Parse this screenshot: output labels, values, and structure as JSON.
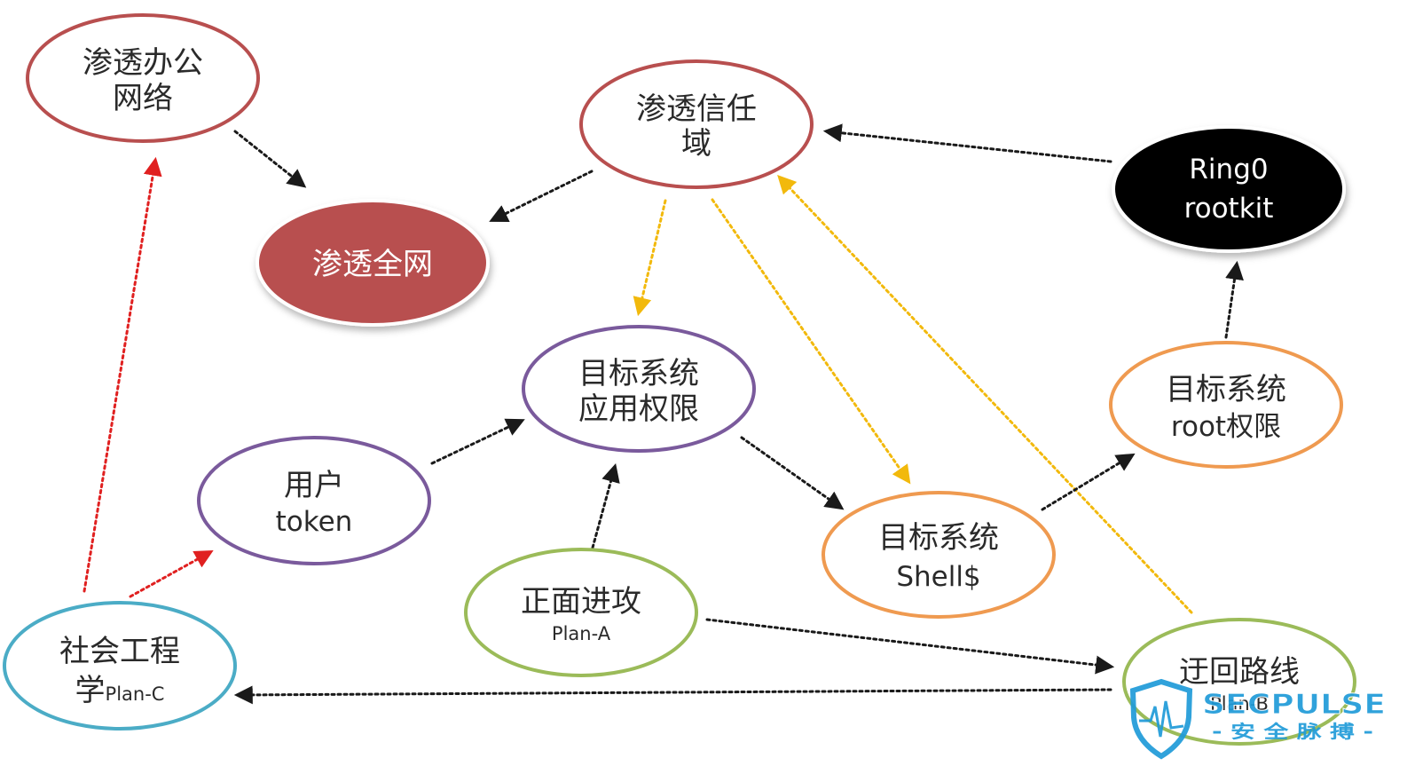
{
  "colors": {
    "red_node": "#b84f4f",
    "purple_node": "#7a5a9c",
    "orange_node": "#ef9a50",
    "green_node": "#9bbb59",
    "blue_node": "#4bacc6",
    "black_node": "#000000",
    "arrow_black": "#1a1a1a",
    "arrow_yellow": "#f2b90c",
    "arrow_red": "#e02020",
    "watermark": "#1f9bd8"
  },
  "nodes": {
    "office": {
      "line1": "渗透办公",
      "line2": "网络"
    },
    "trust": {
      "line1": "渗透信任",
      "line2": "域"
    },
    "whole": {
      "line1": "渗透全网"
    },
    "ring0": {
      "line1": "Ring0",
      "line2": "rootkit"
    },
    "app": {
      "line1": "目标系统",
      "line2": "应用权限"
    },
    "token": {
      "line1": "用户",
      "line2": "token"
    },
    "shell": {
      "line1": "目标系统",
      "line2": "Shell$"
    },
    "root": {
      "line1": "目标系统",
      "line2": "root权限"
    },
    "frontal": {
      "line1": "正面进攻",
      "line2": "Plan-A"
    },
    "social": {
      "line1a": "社会工程",
      "line2a": "学",
      "line2b": "Plan-C"
    },
    "detour": {
      "line1": "迂回路线",
      "line2": "Plan-B"
    }
  },
  "watermark": {
    "brand": "SECPULSE",
    "tagline": "- 安 全 脉 搏 -"
  }
}
